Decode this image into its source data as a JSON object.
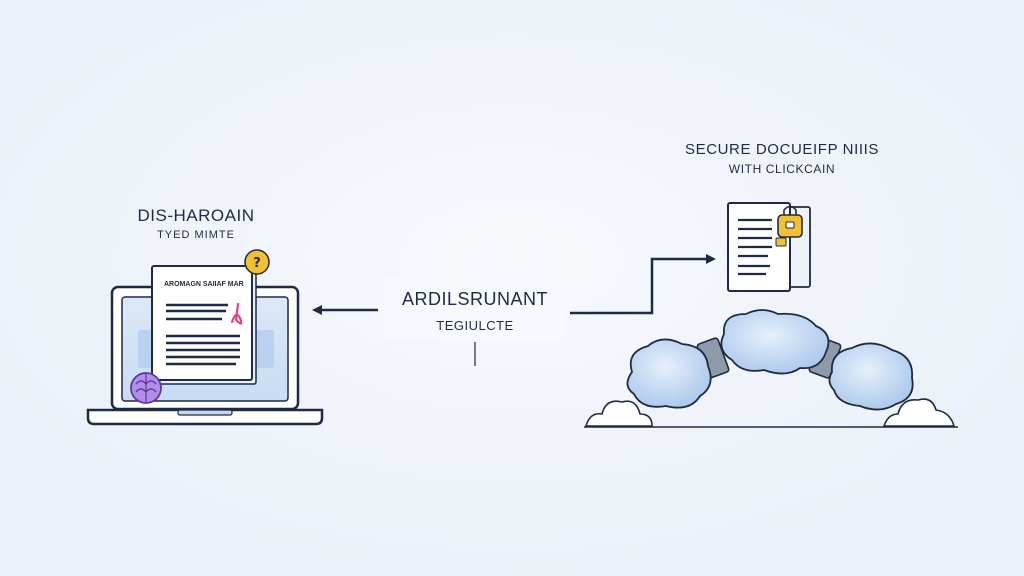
{
  "diagram": {
    "left_node": {
      "title": "DIS-HAROAIN",
      "subtitle": "TYED MIMTE",
      "doc_header": "AROMAGN SAIIAF MARANTS"
    },
    "center_node": {
      "label": "ARDILSRUNANT",
      "sublabel": "TEGIULCTE"
    },
    "right_node": {
      "title": "SECURE DOCUEIFP NIIIS",
      "subtitle": "WITH CLICKCAIN"
    }
  },
  "colors": {
    "background": "#f1f5fb",
    "stroke": "#1f2a44",
    "accent_yellow": "#f5c030",
    "accent_purple": "#a77ce0",
    "accent_pink": "#e0457b",
    "cloud_blue": "#b9d2f0"
  },
  "icons": [
    "laptop-icon",
    "document-icon",
    "question-badge-icon",
    "brain-icon",
    "lock-icon",
    "blockchain-icon",
    "cloud-icon"
  ]
}
